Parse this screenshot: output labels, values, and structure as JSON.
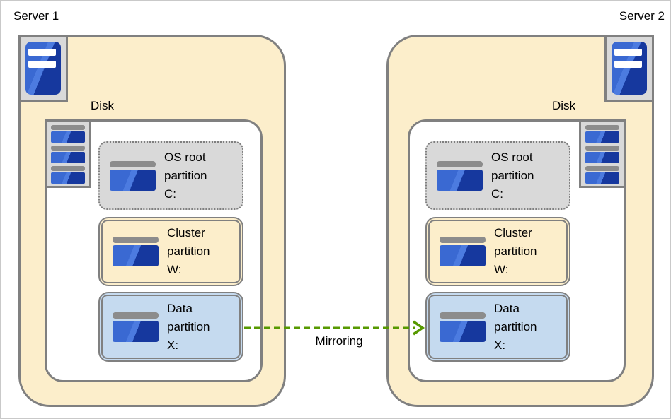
{
  "servers": [
    {
      "name": "Server 1",
      "icon": "server-tower-icon",
      "disk": {
        "label": "Disk",
        "icon": "disk-stack-icon",
        "partitions": [
          {
            "name": "OS root partition",
            "drive": "C:",
            "label": "OS root\npartition\nC:",
            "fill": "#d9d9d9",
            "border_style": "dotted",
            "icon": "partition-icon"
          },
          {
            "name": "Cluster partition",
            "drive": "W:",
            "label": "Cluster\npartition\nW:",
            "fill": "#fceecb",
            "border_style": "double",
            "icon": "partition-icon"
          },
          {
            "name": "Data partition",
            "drive": "X:",
            "label": "Data\npartition\nX:",
            "fill": "#c5daef",
            "border_style": "double",
            "icon": "partition-icon"
          }
        ]
      }
    },
    {
      "name": "Server 2",
      "icon": "server-tower-icon",
      "disk": {
        "label": "Disk",
        "icon": "disk-stack-icon",
        "partitions": [
          {
            "name": "OS root partition",
            "drive": "C:",
            "label": "OS root\npartition\nC:",
            "fill": "#d9d9d9",
            "border_style": "dotted",
            "icon": "partition-icon"
          },
          {
            "name": "Cluster partition",
            "drive": "W:",
            "label": "Cluster\npartition\nW:",
            "fill": "#fceecb",
            "border_style": "double",
            "icon": "partition-icon"
          },
          {
            "name": "Data partition",
            "drive": "X:",
            "label": "Data\npartition\nX:",
            "fill": "#c5daef",
            "border_style": "double",
            "icon": "partition-icon"
          }
        ]
      }
    }
  ],
  "mirroring": {
    "label": "Mirroring",
    "from": "Server 1 / Data partition X:",
    "to": "Server 2 / Data partition X:",
    "line_style": "dashed",
    "color": "#579900"
  },
  "colors": {
    "server_fill": "#fceecb",
    "border_gray": "#808080",
    "disk_fill": "#ffffff",
    "chip_fill": "#d9d9d9",
    "os_partition_fill": "#d9d9d9",
    "cluster_partition_fill": "#fceecb",
    "data_partition_fill": "#c5daef",
    "partition_blue_light": "#3a69d2",
    "partition_blue_dark": "#16389e",
    "icon_bar_gray": "#8c8c8c",
    "arrow_green": "#579900"
  }
}
